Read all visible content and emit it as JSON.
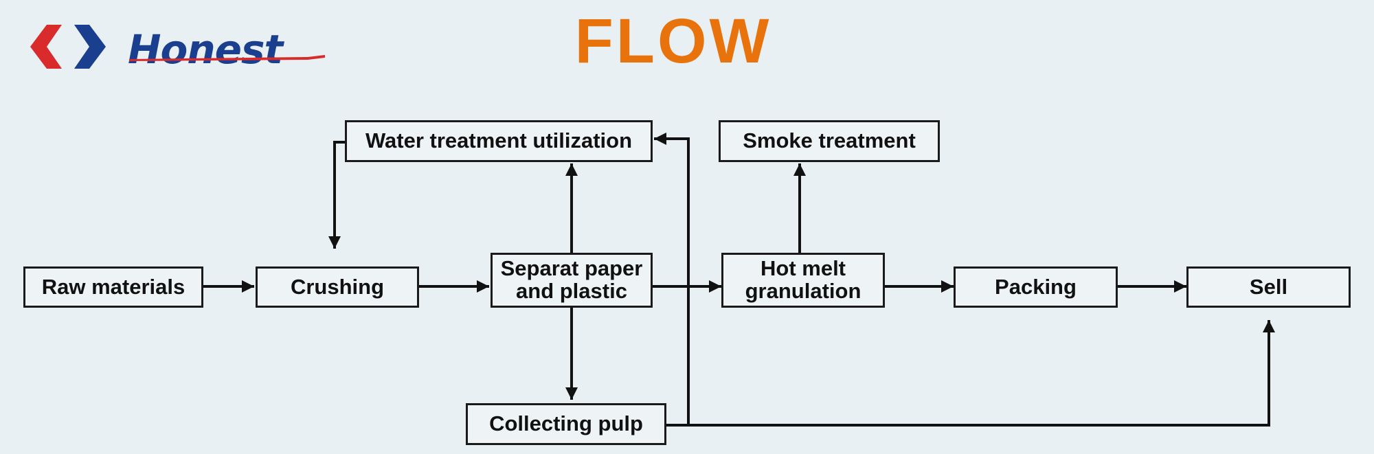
{
  "logo": {
    "text": "Honest",
    "colors": {
      "red": "#d92b2b",
      "blue": "#1a3f8f"
    }
  },
  "title": "FLOW",
  "colors": {
    "title": "#e8720c",
    "line": "#111111",
    "background": "#e9f0f3"
  },
  "nodes": {
    "raw": "Raw materials",
    "crush": "Crushing",
    "separate_line1": "Separat paper",
    "separate_line2": "and plastic",
    "water": "Water treatment utilization",
    "smoke": "Smoke treatment",
    "melt_line1": "Hot melt",
    "melt_line2": "granulation",
    "packing": "Packing",
    "sell": "Sell",
    "pulp": "Collecting pulp"
  }
}
